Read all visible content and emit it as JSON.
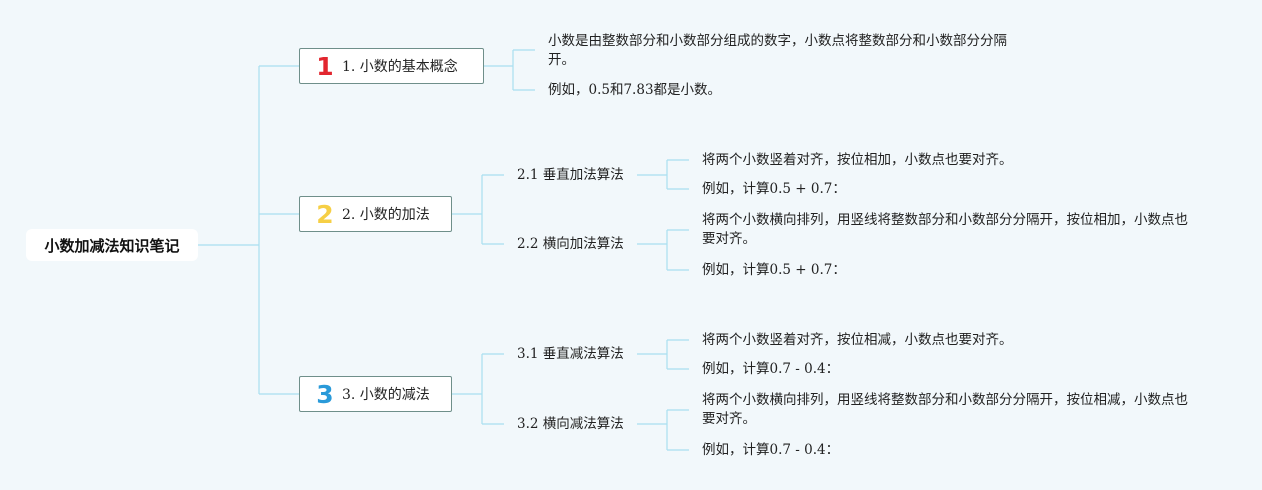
{
  "root": {
    "title": "小数加减法知识笔记"
  },
  "branches": [
    {
      "number": "1",
      "number_color": "#e2262f",
      "label": "1. 小数的基本概念",
      "notes": [
        "小数是由整数部分和小数部分组成的数字，小数点将整数部分和小数部分分隔开。",
        "例如，0.5和7.83都是小数。"
      ]
    },
    {
      "number": "2",
      "number_color": "#f6cf45",
      "label": "2. 小数的加法",
      "subtopics": [
        {
          "label": "2.1 垂直加法算法",
          "notes": [
            "将两个小数竖着对齐，按位相加，小数点也要对齐。",
            "例如，计算0.5 + 0.7："
          ]
        },
        {
          "label": "2.2 横向加法算法",
          "notes": [
            "将两个小数横向排列，用竖线将整数部分和小数部分分隔开，按位相加，小数点也要对齐。",
            "例如，计算0.5 + 0.7："
          ]
        }
      ]
    },
    {
      "number": "3",
      "number_color": "#2a9ad9",
      "label": "3. 小数的减法",
      "subtopics": [
        {
          "label": "3.1 垂直减法算法",
          "notes": [
            "将两个小数竖着对齐，按位相减，小数点也要对齐。",
            "例如，计算0.7 - 0.4："
          ]
        },
        {
          "label": "3.2 横向减法算法",
          "notes": [
            "将两个小数横向排列，用竖线将整数部分和小数部分分隔开，按位相减，小数点也要对齐。",
            "例如，计算0.7 - 0.4："
          ]
        }
      ]
    }
  ],
  "colors": {
    "connector": "#a9dff0",
    "node_border": "#6f8f8a",
    "background": "#f2f8fb"
  }
}
